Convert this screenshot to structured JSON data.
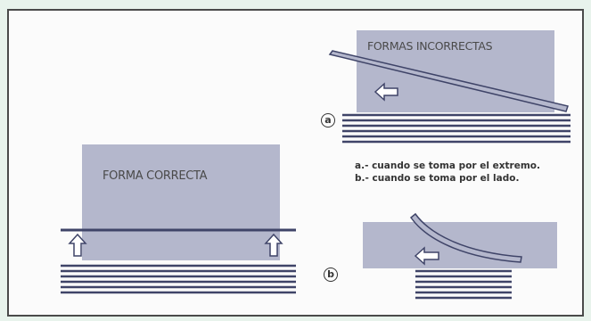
{
  "titles": {
    "incorrect": "FORMAS INCORRECTAS",
    "correct": "FORMA CORRECTA"
  },
  "markers": {
    "a": "a",
    "b": "b"
  },
  "captions": {
    "a": "a.- cuando se toma por el extremo.",
    "b": "b.- cuando se toma por el lado."
  },
  "colors": {
    "box": "#b4b7cc",
    "line": "#3f4468",
    "frame": "#4a4a4a",
    "background": "#e8f3ec"
  }
}
